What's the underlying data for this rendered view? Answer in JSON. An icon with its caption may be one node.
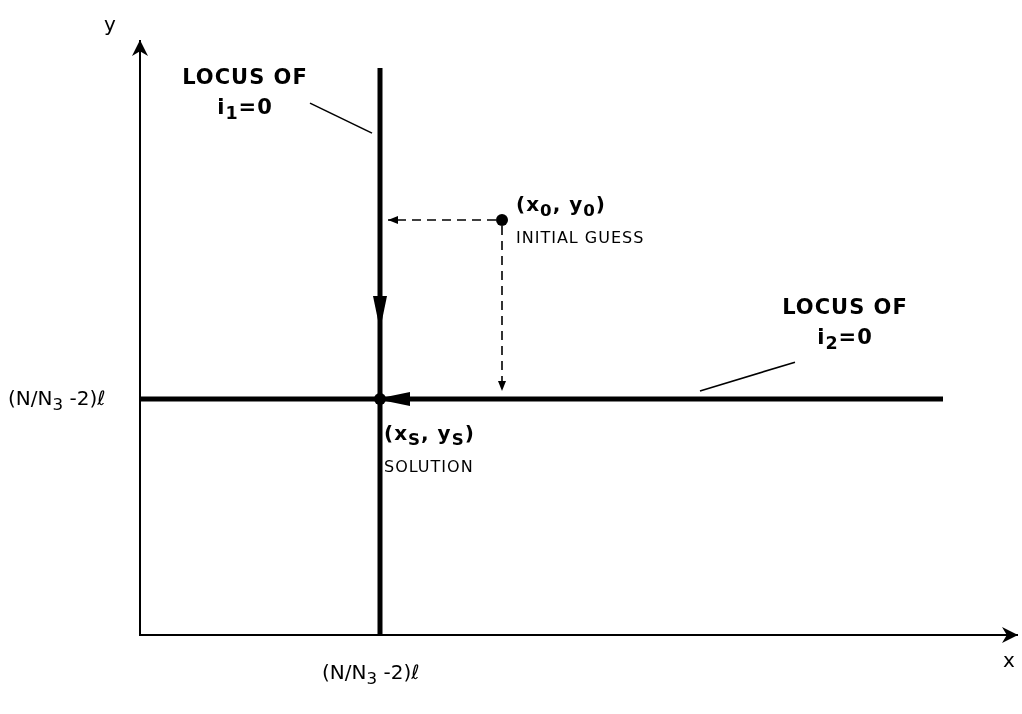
{
  "diagram": {
    "nodes": [
      {
        "text": [
          "LOCUS OF i$_{1}$=0"
        ]
      },
      {
        "text": [],
        "shape": "bar"
      },
      {
        "text": [
          "LOCUS OF i$_{2}$=0"
        ]
      },
      {
        "text": [],
        "shape": "bar"
      },
      {
        "text": [
          "(x$_{0}$, y$_{0}$)",
          "INITIAL GUESS"
        ]
      },
      {
        "text": [
          "(x$_{S}$, y$_{S}$)",
          "SOLUTION"
        ]
      }
    ],
    "edges": [
      {
        "from": 0,
        "to": 1,
        "arrow": "none"
      },
      {
        "from": 2,
        "to": 3,
        "arrow": "none"
      },
      {
        "from": 4,
        "to": 1,
        "arrow": "to",
        "style": "dashed"
      },
      {
        "from": 4,
        "to": 3,
        "arrow": "to",
        "style": "dashed"
      }
    ],
    "labels": [
      "y",
      "x",
      "(N/N$_{3}$ -2)ℓ",
      "(N/N$_{3}$ -2)ℓ"
    ]
  }
}
